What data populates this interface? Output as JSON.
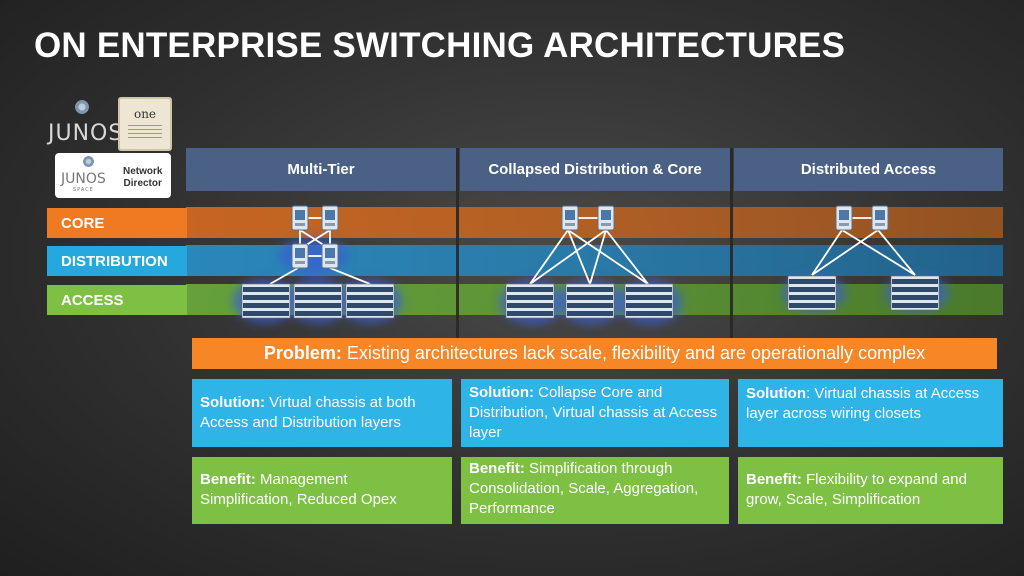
{
  "title": "ON ENTERPRISE SWITCHING ARCHITECTURES",
  "logos": {
    "junos": "JUNOS",
    "chip": "one",
    "network_director": {
      "brand": "JUNOS",
      "sub": "SPACE",
      "label_line1": "Network",
      "label_line2": "Director"
    }
  },
  "columns": [
    "Multi-Tier",
    "Collapsed Distribution & Core",
    "Distributed Access"
  ],
  "layers": [
    "CORE",
    "DISTRIBUTION",
    "ACCESS"
  ],
  "colors": {
    "core": "#ef7a22",
    "distribution": "#24a8dd",
    "access": "#7dc043",
    "header": "#4a6185"
  },
  "problem": {
    "label": "Problem:",
    "text": "Existing architectures lack scale, flexibility and are operationally complex"
  },
  "solutions": [
    {
      "label": "Solution:",
      "text": "Virtual chassis at both Access and Distribution layers"
    },
    {
      "label": "Solution:",
      "text": "Collapse Core and Distribution, Virtual chassis at Access layer"
    },
    {
      "label": "Solution",
      "text": ": Virtual chassis at Access layer across wiring closets"
    }
  ],
  "benefits": [
    {
      "label": "Benefit:",
      "text": "Management Simplification, Reduced Opex"
    },
    {
      "label": "Benefit:",
      "text": "Simplification through Consolidation, Scale, Aggregation, Performance"
    },
    {
      "label": "Benefit:",
      "text": "Flexibility to expand and grow, Scale, Simplification"
    }
  ]
}
